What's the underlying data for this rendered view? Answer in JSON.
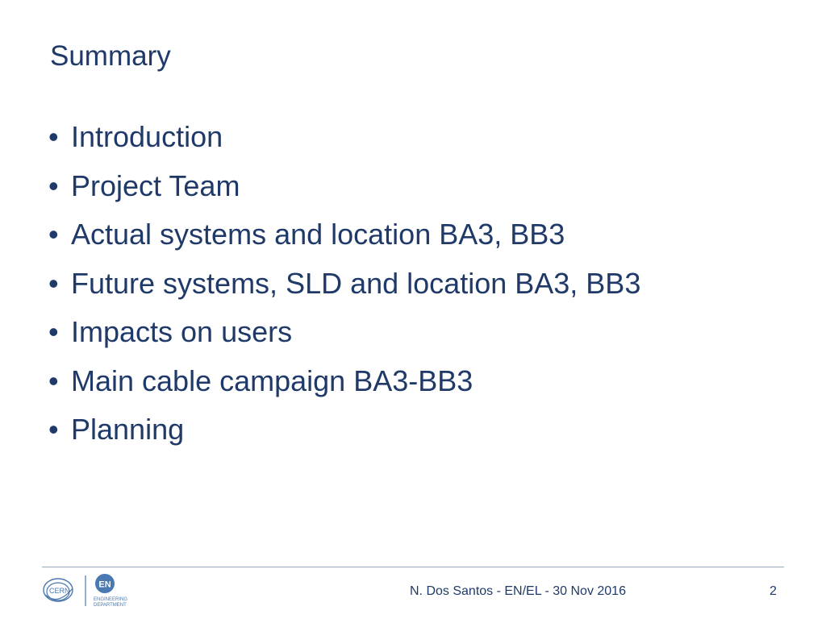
{
  "slide": {
    "title": "Summary",
    "bullets": [
      "Introduction",
      "Project Team",
      "Actual systems and location BA3, BB3",
      "Future systems, SLD and location BA3, BB3",
      "Impacts on users",
      "Main cable campaign BA3-BB3",
      "Planning"
    ],
    "bullet_char": "•"
  },
  "footer": {
    "text": "N. Dos Santos - EN/EL - 30 Nov 2016",
    "page_number": "2",
    "cern_logo_text": "CERN",
    "en_logo_text": "EN",
    "en_department_line1": "ENGINEERING",
    "en_department_line2": "DEPARTMENT"
  },
  "colors": {
    "text": "#1f3a68",
    "rule": "#9aa8c2",
    "logo": "#4a78b0"
  }
}
